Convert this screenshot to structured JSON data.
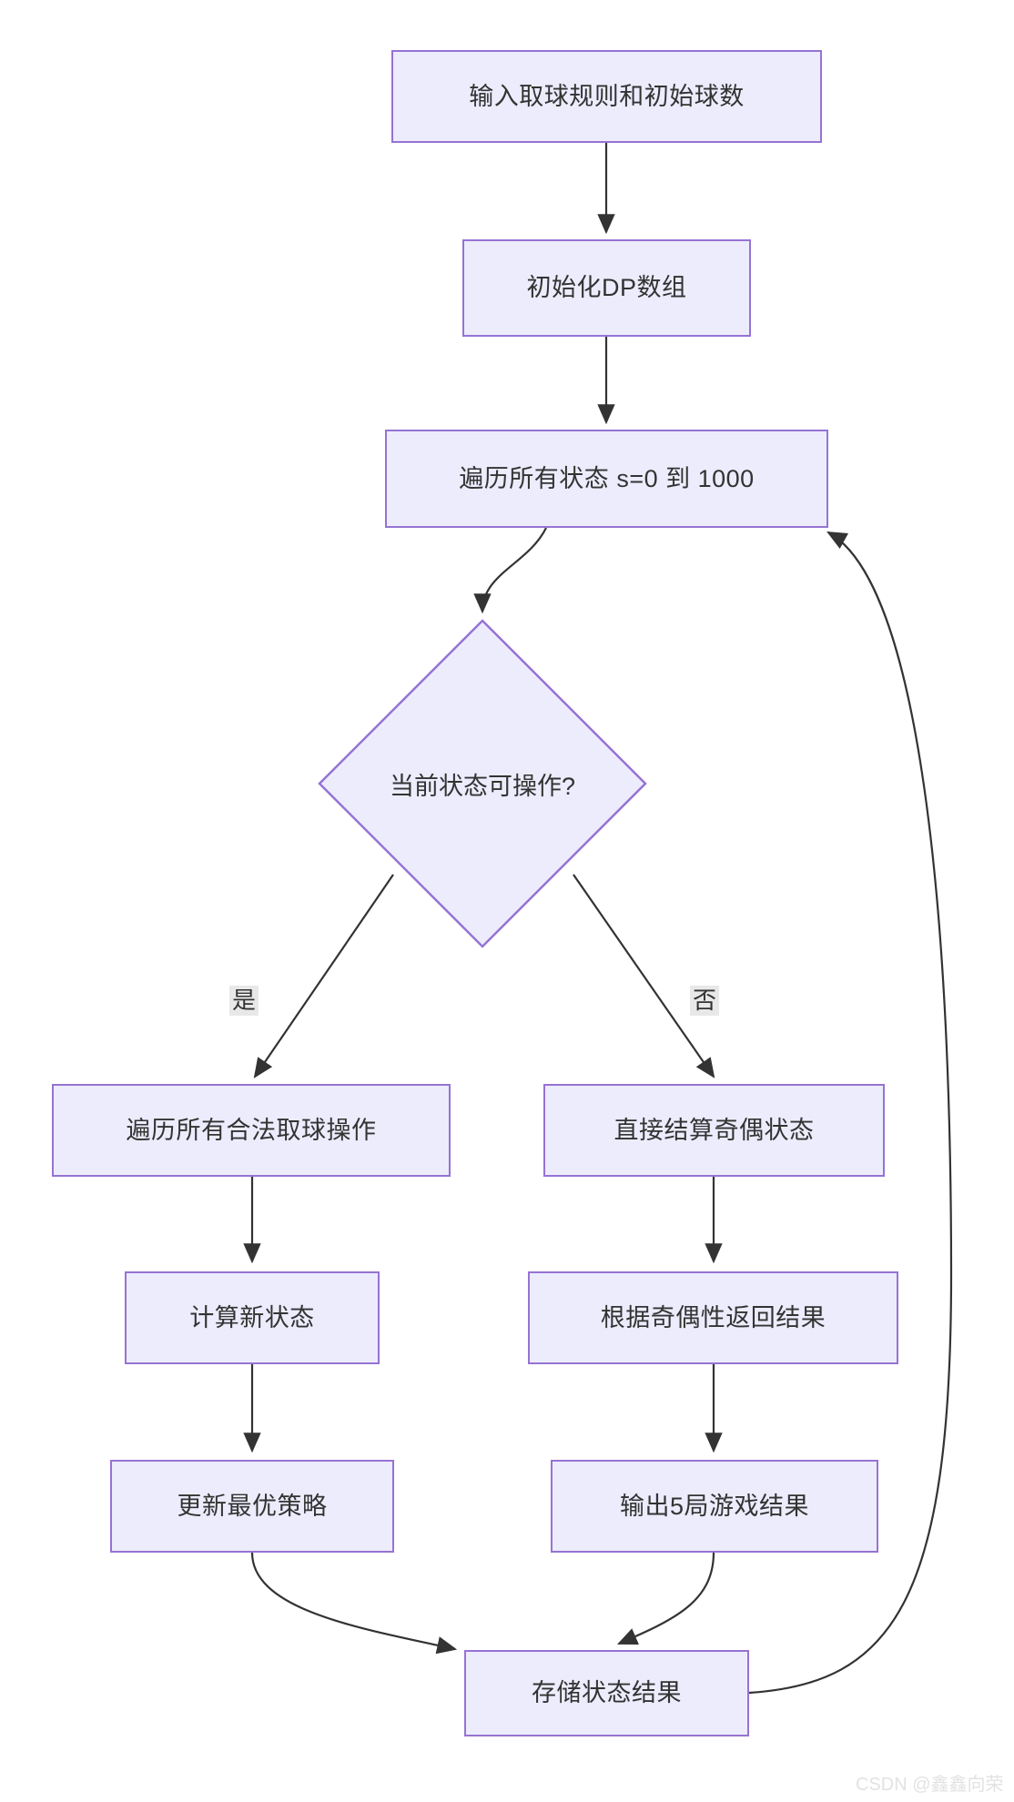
{
  "diagram": {
    "type": "flowchart",
    "direction": "top-down",
    "theme": {
      "node_fill": "#ececfd",
      "node_stroke": "#9673d3",
      "edge_stroke": "#333333",
      "text_color": "#333333",
      "edge_label_bg": "#e8e8e8",
      "background": "#ffffff"
    },
    "nodes": [
      {
        "id": "input",
        "label": "输入取球规则和初始球数",
        "shape": "rect"
      },
      {
        "id": "initdp",
        "label": "初始化DP数组",
        "shape": "rect"
      },
      {
        "id": "loop",
        "label": "遍历所有状态 s=0 到 1000",
        "shape": "rect"
      },
      {
        "id": "decision",
        "label": "当前状态可操作?",
        "shape": "diamond"
      },
      {
        "id": "enumerate",
        "label": "遍历所有合法取球操作",
        "shape": "rect"
      },
      {
        "id": "settle",
        "label": "直接结算奇偶状态",
        "shape": "rect"
      },
      {
        "id": "newstate",
        "label": "计算新状态",
        "shape": "rect"
      },
      {
        "id": "parity",
        "label": "根据奇偶性返回结果",
        "shape": "rect"
      },
      {
        "id": "strategy",
        "label": "更新最优策略",
        "shape": "rect"
      },
      {
        "id": "output",
        "label": "输出5局游戏结果",
        "shape": "rect"
      },
      {
        "id": "store",
        "label": "存储状态结果",
        "shape": "rect"
      }
    ],
    "edges": [
      {
        "from": "input",
        "to": "initdp",
        "label": ""
      },
      {
        "from": "initdp",
        "to": "loop",
        "label": ""
      },
      {
        "from": "loop",
        "to": "decision",
        "label": ""
      },
      {
        "from": "decision",
        "to": "enumerate",
        "label": "是"
      },
      {
        "from": "decision",
        "to": "settle",
        "label": "否"
      },
      {
        "from": "enumerate",
        "to": "newstate",
        "label": ""
      },
      {
        "from": "settle",
        "to": "parity",
        "label": ""
      },
      {
        "from": "newstate",
        "to": "strategy",
        "label": ""
      },
      {
        "from": "parity",
        "to": "output",
        "label": ""
      },
      {
        "from": "strategy",
        "to": "store",
        "label": ""
      },
      {
        "from": "output",
        "to": "store",
        "label": ""
      },
      {
        "from": "store",
        "to": "loop",
        "label": ""
      }
    ]
  },
  "watermark": {
    "text": "CSDN @鑫鑫向荣"
  }
}
